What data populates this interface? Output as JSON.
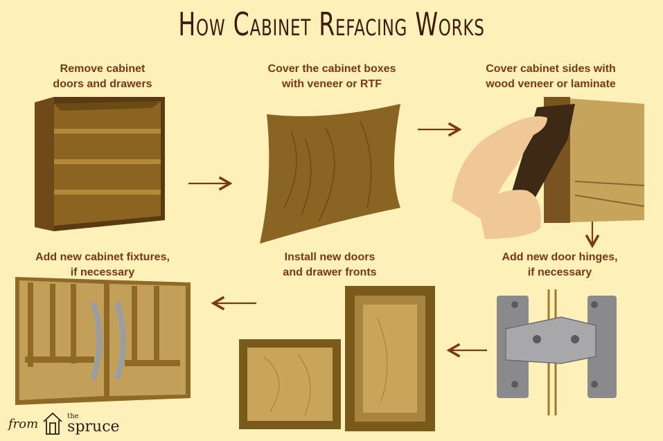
{
  "title": "How Cabinet Refacing Works",
  "steps": [
    {
      "line1": "Remove cabinet",
      "line2": "doors and drawers"
    },
    {
      "line1": "Cover the cabinet boxes",
      "line2": "with veneer or RTF"
    },
    {
      "line1": "Cover cabinet sides with",
      "line2": "wood veneer or laminate"
    },
    {
      "line1": "Add new door hinges,",
      "line2": "if necessary"
    },
    {
      "line1": "Install new doors",
      "line2": "and drawer fronts"
    },
    {
      "line1": "Add new cabinet fixtures,",
      "line2": "if necessary"
    }
  ],
  "logo": {
    "from": "from",
    "the": "the",
    "brand": "spruce"
  },
  "colors": {
    "background": "#fdf0b9",
    "title": "#3f1a0a",
    "label": "#7a3716",
    "arrow": "#7a3716"
  }
}
